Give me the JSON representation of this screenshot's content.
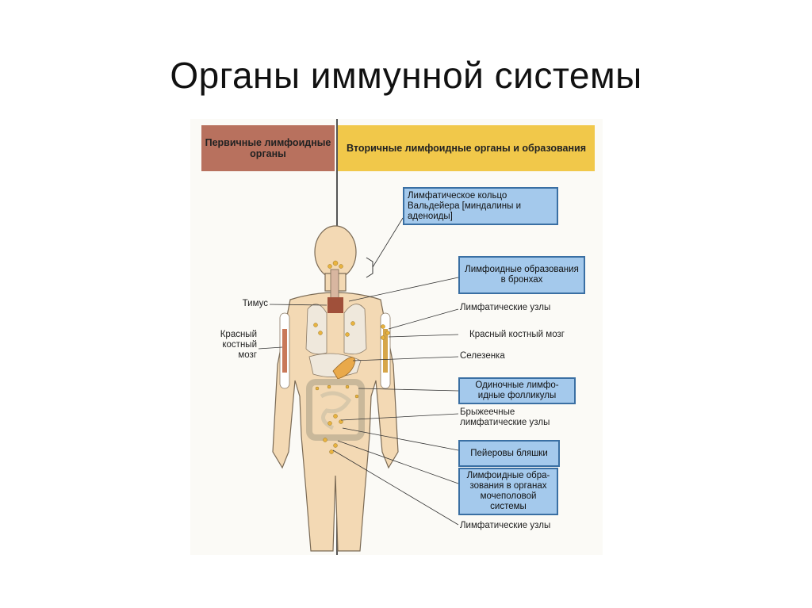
{
  "slide": {
    "title": "Органы иммунной системы"
  },
  "headers": {
    "primary": "Первичные лимфоидные органы",
    "secondary": "Вторичные лимфоидные органы и образования"
  },
  "left_labels": {
    "thymus": "Тимус",
    "red_marrow": "Красный костный мозг"
  },
  "right_labels": {
    "waldeyer_ring": "Лимфатическое кольцо Вальдейера [миндалины и аденоиды]",
    "bronchial_formations": "Лимфоидные образования в бронхах",
    "lymph_nodes_upper": "Лимфатические узлы",
    "red_marrow": "Красный костный мозг",
    "spleen": "Селезенка",
    "solitary_follicles": "Одиночные лимфо-идные фолликулы",
    "mesenteric_nodes": "Брыжеечные лимфатические узлы",
    "peyer_patches": "Пейеровы бляшки",
    "urogenital_formations": "Лимфоидные обра-зования в органах мочеполовой системы",
    "lymph_nodes_lower": "Лимфатические узлы"
  },
  "colors": {
    "primary_header": "#b8715e",
    "secondary_header": "#f1c84a",
    "box_fill": "#a4c9ec",
    "box_border": "#3a6fa3",
    "body_fill": "#f3d9b4",
    "organ_fill": "#e9a94a"
  }
}
